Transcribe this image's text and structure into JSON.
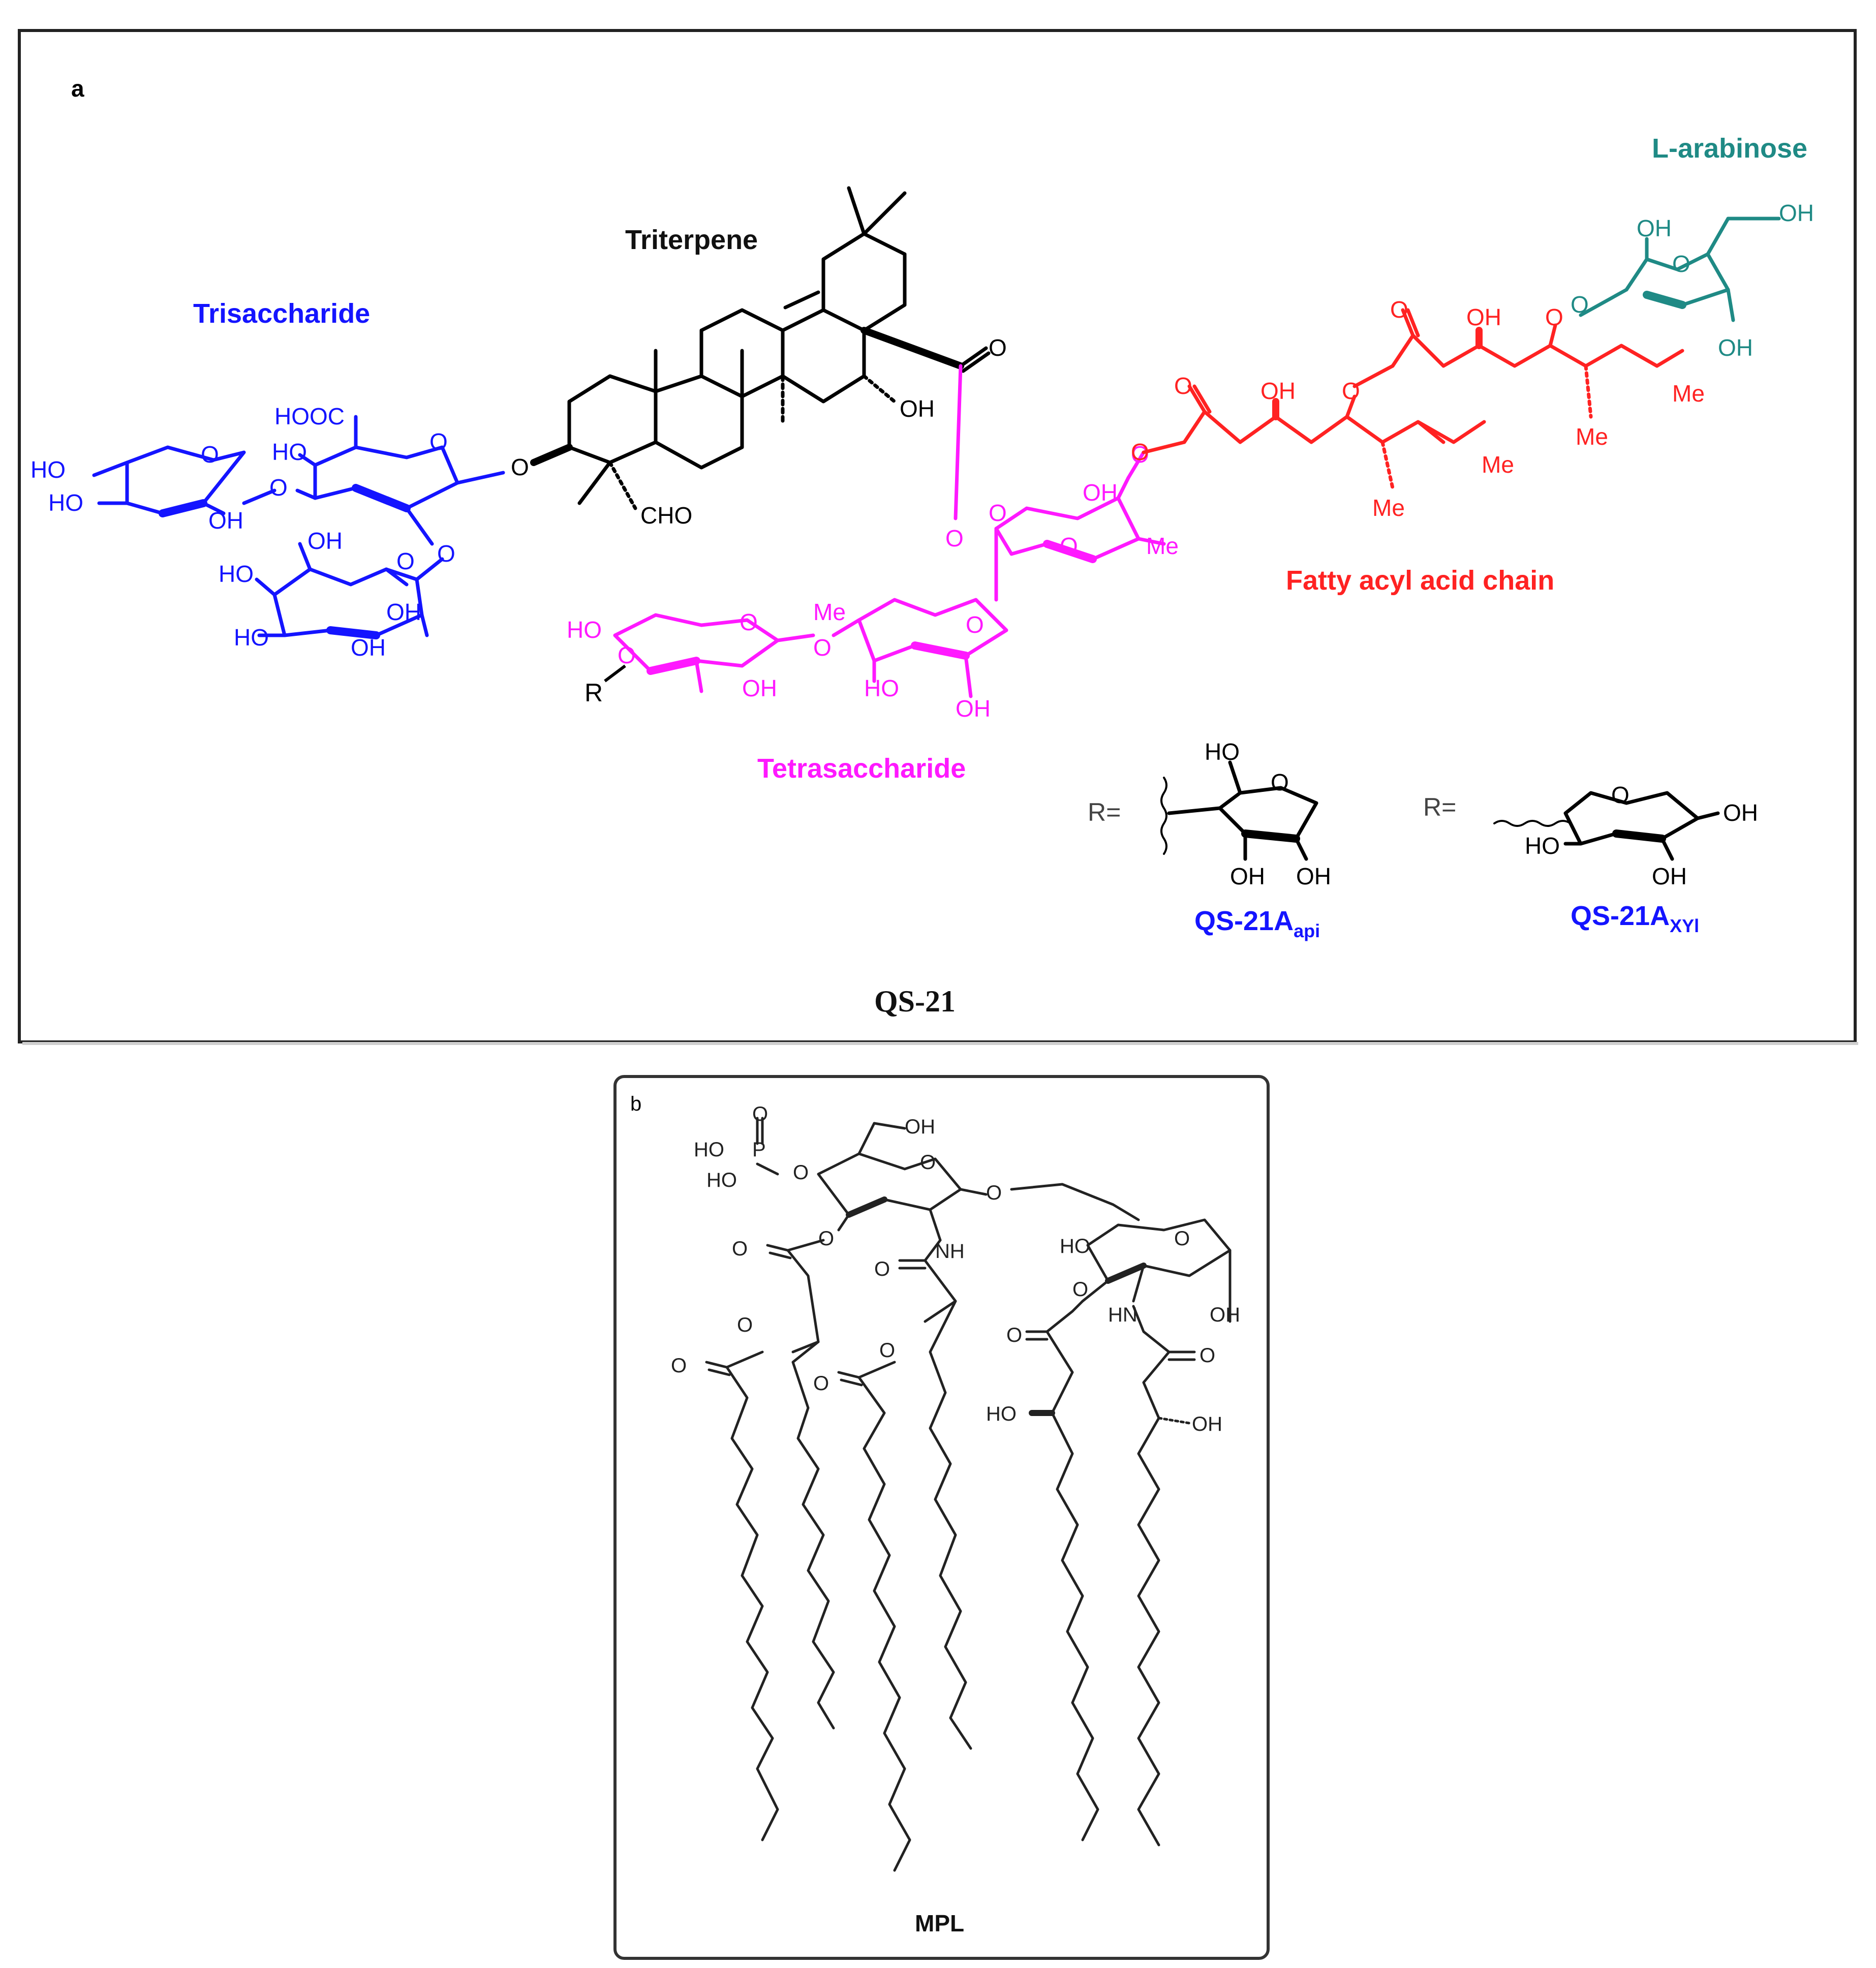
{
  "colors": {
    "trisaccharide": "#1414ff",
    "triterpene": "#000000",
    "tetrasaccharide": "#ff19ff",
    "fatty_acyl": "#ff2222",
    "arabinose": "#1f8a85",
    "qs_label": "#1414ff",
    "frame": "#222222"
  },
  "panel_a": {
    "letter": "a",
    "labels": {
      "triterpene": "Triterpene",
      "trisaccharide": "Trisaccharide",
      "tetrasaccharide": "Tetrasaccharide",
      "fatty_acyl": "Fatty acyl acid chain",
      "arabinose": "L-arabinose",
      "compound": "QS-21"
    },
    "variants": [
      {
        "prefix": "R=",
        "name": "QS-21A",
        "subscript": "api"
      },
      {
        "prefix": "R=",
        "name": "QS-21A",
        "subscript": "XYl"
      }
    ],
    "atoms": {
      "o": "O",
      "oh": "OH",
      "ho": "HO",
      "cho": "CHO",
      "hooc": "HOOC",
      "me": "Me",
      "r": "R",
      "ch2oh": "OH"
    }
  },
  "panel_b": {
    "letter": "b",
    "compound": "MPL",
    "atoms": {
      "p": "P",
      "ho": "HO",
      "oh": "OH",
      "o": "O",
      "nh": "NH",
      "hn": "HN"
    }
  }
}
